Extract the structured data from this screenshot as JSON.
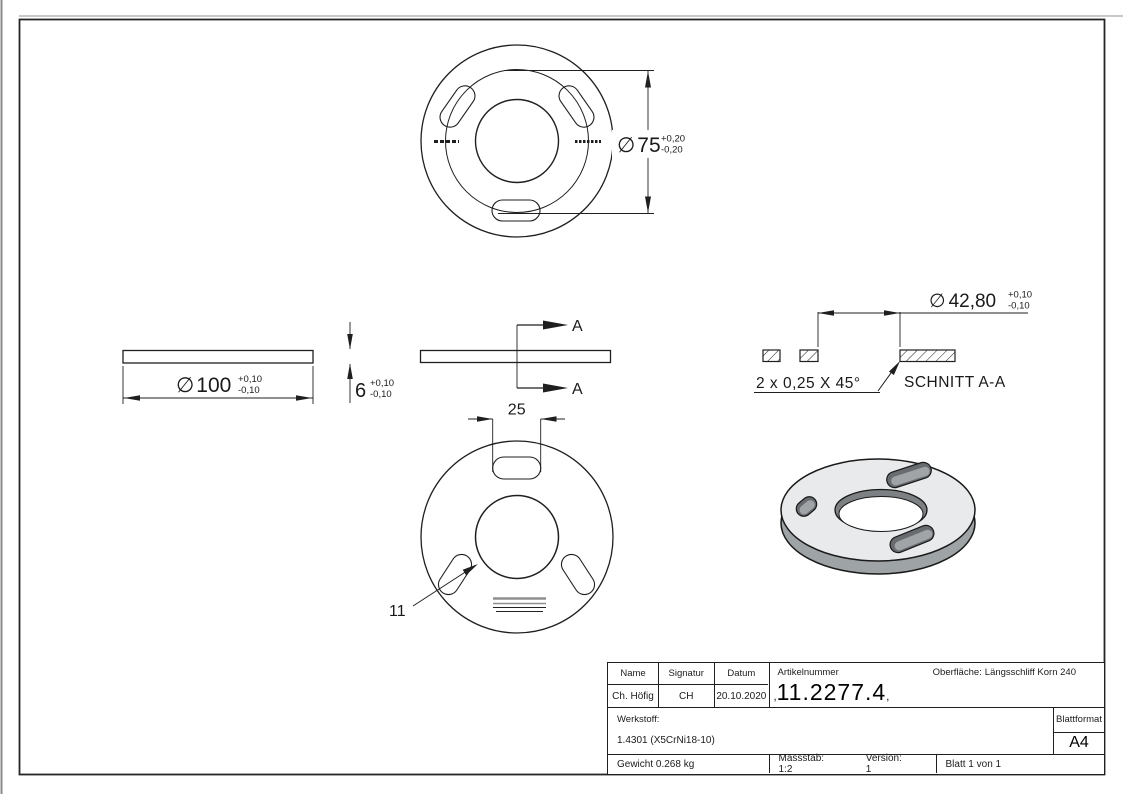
{
  "drawing": {
    "top_view": {
      "dim_bolt_circle": {
        "symbol": "∅",
        "value": "75",
        "tol_plus": "+0,20",
        "tol_minus": "-0,20"
      }
    },
    "side_view": {
      "dim_outer": {
        "symbol": "∅",
        "value": "100",
        "tol_plus": "+0,10",
        "tol_minus": "-0,10"
      },
      "dim_thickness": {
        "value": "6",
        "tol_plus": "+0,10",
        "tol_minus": "-0,10"
      }
    },
    "section_cut": {
      "letter_top": "A",
      "letter_bottom": "A"
    },
    "bottom_view": {
      "dim_slot_width": "25",
      "leader_label": "11"
    },
    "section_view": {
      "dim_hole": {
        "symbol": "∅",
        "value": "42,80",
        "tol_plus": "+0,10",
        "tol_minus": "-0,10"
      },
      "chamfer_note": "2 x 0,25 X 45°",
      "caption": "SCHNITT A-A"
    }
  },
  "title_block": {
    "name_header": "Name",
    "signatur_header": "Signatur",
    "datum_header": "Datum",
    "artikelnummer_header": "Artikelnummer",
    "name": "Ch. Höfig",
    "signatur": "CH",
    "datum": "20.10.2020",
    "artikelnummer": "11.2277.4",
    "artikelnummer_tick": ",",
    "oberflaeche_label": "Oberfläche:",
    "oberflaeche_value": "Längsschliff Korn 240",
    "werkstoff_label": "Werkstoff:",
    "werkstoff_value": "1.4301 (X5CrNi18-10)",
    "blattformat_label": "Blattformat",
    "blattformat_value": "A4",
    "gewicht": "Gewicht 0.268 kg",
    "massstab": "Massstab: 1:2",
    "version": "Version: 1",
    "blatt": "Blatt 1 von 1"
  },
  "colors": {
    "line": "#1f1f1f",
    "flange_top": "#e9eaeb",
    "flange_side": "#9ea3a6",
    "bore_wall": "#7d8184",
    "slot_wall": "#686c70",
    "slot_floor": "#a0a4a7",
    "hole_light": "#ffffff",
    "surface_mark_gray": "#8f8f8f"
  }
}
